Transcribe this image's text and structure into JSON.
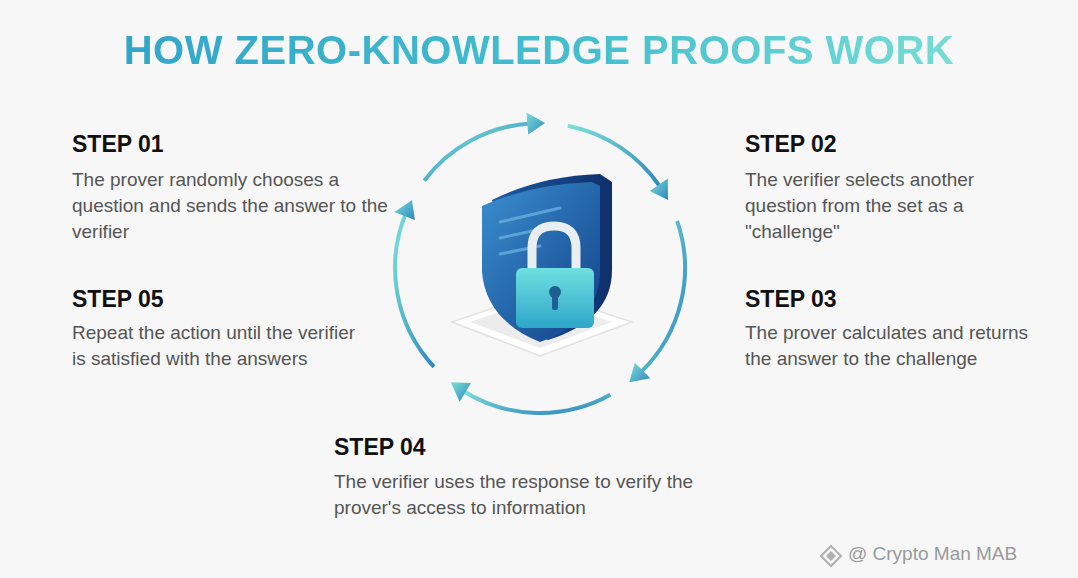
{
  "diagram": {
    "title": "HOW ZERO-KNOWLEDGE PROOFS WORK",
    "labels": [
      "STEP 01",
      "The prover randomly chooses a question and sends the answer to the verifier",
      "STEP 02",
      "The verifier selects another question from the set as a \"challenge\"",
      "STEP 05",
      "Repeat the action until the verifier is satisfied with the answers",
      "STEP 03",
      "The prover calculates and returns the answer to the challenge",
      "STEP 04",
      "The verifier uses the response to verify the prover's access to information",
      "@ Crypto Man MAB"
    ]
  }
}
